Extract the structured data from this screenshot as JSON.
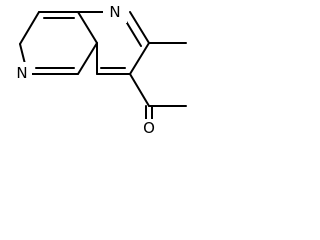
{
  "structure": {
    "atom_labels": {
      "ring_nitrogen_top": "N",
      "ring_nitrogen_left": "N",
      "carbonyl_oxygen": "O"
    },
    "colors": {
      "bond": "#000000",
      "label": "#000000",
      "background": "#ffffff"
    }
  }
}
